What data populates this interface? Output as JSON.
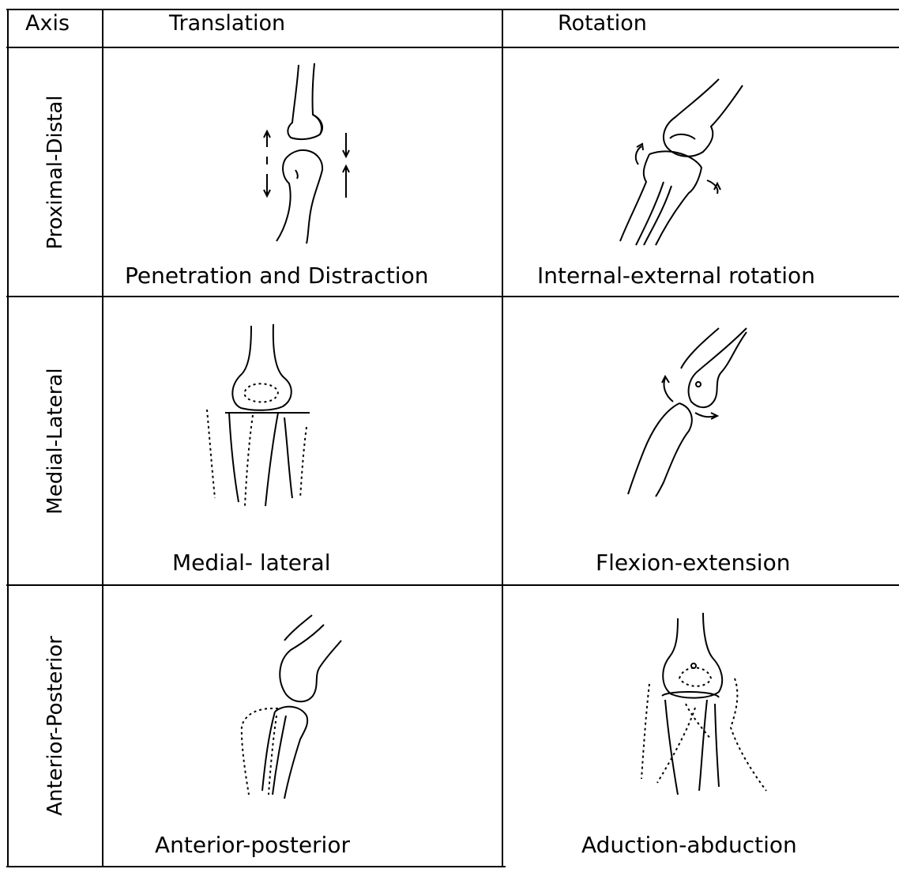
{
  "table": {
    "headers": {
      "axis": "Axis",
      "translation": "Translation",
      "rotation": "Rotation"
    },
    "rows": [
      {
        "axis": "Proximal-Distal",
        "translation": "Penetration and Distraction",
        "rotation": "Internal-external rotation"
      },
      {
        "axis": "Medial-Lateral",
        "translation": "Medial- lateral",
        "rotation": "Flexion-extension"
      },
      {
        "axis": "Anterior-Posterior",
        "translation": "Anterior-posterior",
        "rotation": "Aduction-abduction"
      }
    ]
  }
}
